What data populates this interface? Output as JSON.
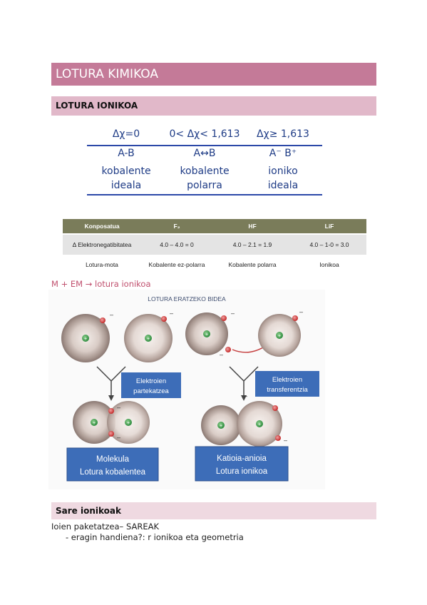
{
  "title": "LOTURA KIMIKOA",
  "section1": "LOTURA IONIKOA",
  "chi_table": {
    "headers": [
      "Δχ=0",
      "0< Δχ< 1,613",
      "Δχ≥ 1,613"
    ],
    "bonds": [
      "A-B",
      "A↔B",
      "A⁻ B⁺"
    ],
    "types_line1": [
      "kobalente",
      "kobalente",
      "ioniko"
    ],
    "types_line2": [
      "ideala",
      "polarra",
      "ideala"
    ]
  },
  "compound_table": {
    "headers": [
      "Konposatua",
      "F₂",
      "HF",
      "LiF"
    ],
    "row1": [
      "Δ Elektronegatibitatea",
      "4.0 – 4.0 = 0",
      "4.0 – 2.1 = 1.9",
      "4.0 – 1-0 = 3.0"
    ],
    "row2": [
      "Lotura-mota",
      "Kobalente ez-polarra",
      "Kobalente polarra",
      "Ionikoa"
    ]
  },
  "formula": "M + EM → lotura ionikoa",
  "figure": {
    "title": "LOTURA ERATZEKO BIDEA",
    "label_sharing": [
      "Elektroien",
      "partekatzea"
    ],
    "label_transfer": [
      "Elektroien",
      "transferentzia"
    ],
    "box_left": [
      "Molekula",
      "Lotura kobalentea"
    ],
    "box_right": [
      "Katioia-anioia",
      "Lotura ionikoa"
    ],
    "plus": "+",
    "minus": "–"
  },
  "section2": "Sare ionikoak",
  "paragraph": "Ioien paketatzea– SAREAK",
  "bullet": "-     eragin handiena?: r ionikoa eta geometria"
}
